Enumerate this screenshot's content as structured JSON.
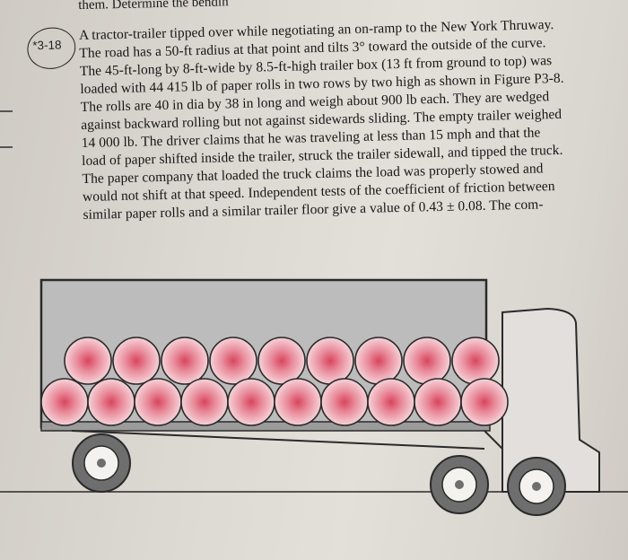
{
  "top_partial": "them. Determine the bendin",
  "problem_number": "*3-18",
  "lines": [
    "A tractor-trailer tipped over while negotiating an on-ramp to the New York Thruway.",
    "The road has a 50-ft radius at that point and tilts 3° toward the outside of the curve.",
    "The 45-ft-long by 8-ft-wide by 8.5-ft-high trailer box (13 ft from ground to top) was",
    "loaded with 44 415 lb of paper rolls in two rows by two high as shown in Figure P3-8.",
    "The rolls are 40 in dia by 38 in long and weigh about 900 lb each. They are wedged",
    "against backward rolling but not against sidewards sliding. The empty trailer weighed",
    "14 000 lb. The driver claims that he was traveling at less than 15 mph and that the",
    "load of paper shifted inside the trailer, struck the trailer sidewall, and tipped the truck.",
    "The paper company that loaded the truck claims the load was properly stowed and",
    "would not shift at that speed. Independent tests of the coefficient of friction between",
    "similar paper rolls and a similar trailer floor give a value of 0.43 ± 0.08. The com-"
  ],
  "figure": {
    "name": "tractor-trailer-with-paper-rolls",
    "colors": {
      "trailer_fill": "#bdbcbc",
      "outline": "#2a2a2a",
      "roll_center": "#d8455d",
      "roll_edge": "#f2c4cc",
      "wheel": "#6a6a6a"
    },
    "top_row_rolls": 9,
    "bottom_row_rolls": 10
  }
}
